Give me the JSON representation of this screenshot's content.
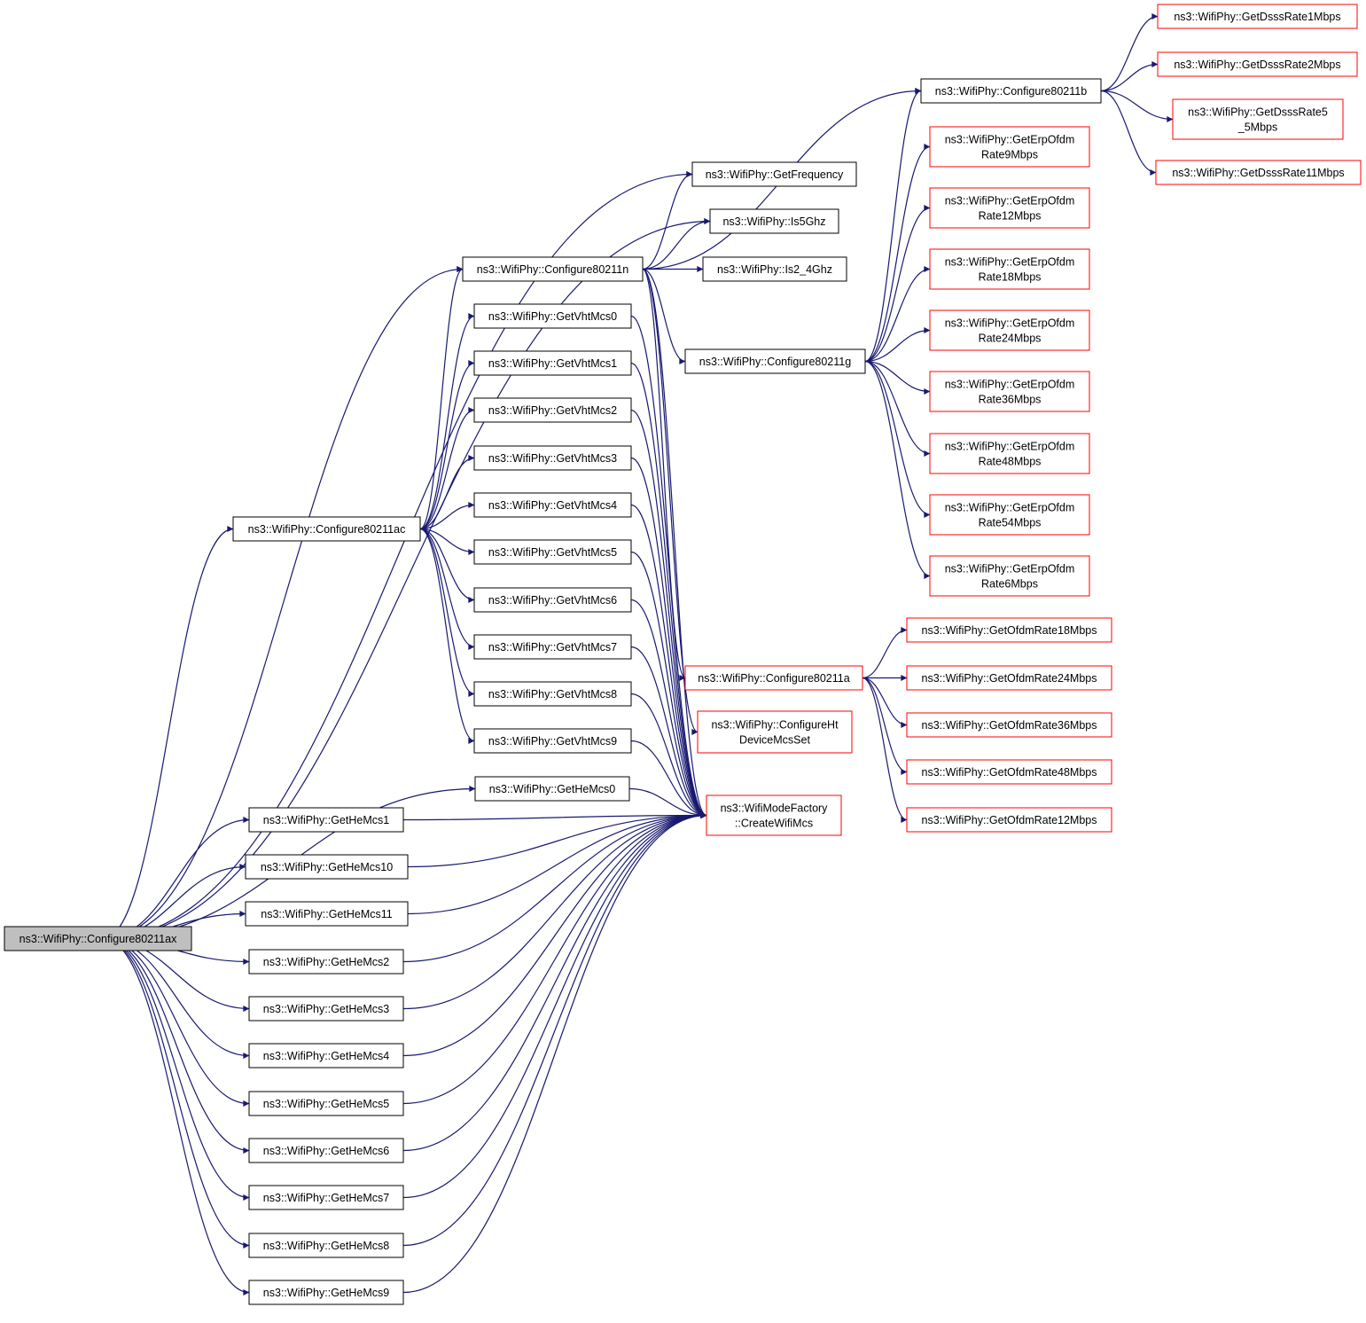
{
  "colors": {
    "edge": "#191970",
    "node_border_default": "#000000",
    "node_border_undocumented": "#ff0000",
    "root_fill": "#bfbfbf",
    "node_fill": "#ffffff"
  },
  "nodes": [
    {
      "id": "root",
      "lines": [
        "ns3::WifiPhy::Configure80211ax"
      ],
      "style": "root"
    },
    {
      "id": "getfreq",
      "lines": [
        "ns3::WifiPhy::GetFrequency"
      ],
      "style": "black"
    },
    {
      "id": "is5",
      "lines": [
        "ns3::WifiPhy::Is5Ghz"
      ],
      "style": "black"
    },
    {
      "id": "is24",
      "lines": [
        "ns3::WifiPhy::Is2_4Ghz"
      ],
      "style": "black"
    },
    {
      "id": "c11n",
      "lines": [
        "ns3::WifiPhy::Configure80211n"
      ],
      "style": "black"
    },
    {
      "id": "c11b",
      "lines": [
        "ns3::WifiPhy::Configure80211b"
      ],
      "style": "black"
    },
    {
      "id": "c11g",
      "lines": [
        "ns3::WifiPhy::Configure80211g"
      ],
      "style": "black"
    },
    {
      "id": "c11ac",
      "lines": [
        "ns3::WifiPhy::Configure80211ac"
      ],
      "style": "black"
    },
    {
      "id": "vht0",
      "lines": [
        "ns3::WifiPhy::GetVhtMcs0"
      ],
      "style": "black"
    },
    {
      "id": "vht1",
      "lines": [
        "ns3::WifiPhy::GetVhtMcs1"
      ],
      "style": "black"
    },
    {
      "id": "vht2",
      "lines": [
        "ns3::WifiPhy::GetVhtMcs2"
      ],
      "style": "black"
    },
    {
      "id": "vht3",
      "lines": [
        "ns3::WifiPhy::GetVhtMcs3"
      ],
      "style": "black"
    },
    {
      "id": "vht4",
      "lines": [
        "ns3::WifiPhy::GetVhtMcs4"
      ],
      "style": "black"
    },
    {
      "id": "vht5",
      "lines": [
        "ns3::WifiPhy::GetVhtMcs5"
      ],
      "style": "black"
    },
    {
      "id": "vht6",
      "lines": [
        "ns3::WifiPhy::GetVhtMcs6"
      ],
      "style": "black"
    },
    {
      "id": "vht7",
      "lines": [
        "ns3::WifiPhy::GetVhtMcs7"
      ],
      "style": "black"
    },
    {
      "id": "vht8",
      "lines": [
        "ns3::WifiPhy::GetVhtMcs8"
      ],
      "style": "black"
    },
    {
      "id": "vht9",
      "lines": [
        "ns3::WifiPhy::GetVhtMcs9"
      ],
      "style": "black"
    },
    {
      "id": "he0",
      "lines": [
        "ns3::WifiPhy::GetHeMcs0"
      ],
      "style": "black"
    },
    {
      "id": "he1",
      "lines": [
        "ns3::WifiPhy::GetHeMcs1"
      ],
      "style": "black"
    },
    {
      "id": "he10",
      "lines": [
        "ns3::WifiPhy::GetHeMcs10"
      ],
      "style": "black"
    },
    {
      "id": "he11",
      "lines": [
        "ns3::WifiPhy::GetHeMcs11"
      ],
      "style": "black"
    },
    {
      "id": "he2",
      "lines": [
        "ns3::WifiPhy::GetHeMcs2"
      ],
      "style": "black"
    },
    {
      "id": "he3",
      "lines": [
        "ns3::WifiPhy::GetHeMcs3"
      ],
      "style": "black"
    },
    {
      "id": "he4",
      "lines": [
        "ns3::WifiPhy::GetHeMcs4"
      ],
      "style": "black"
    },
    {
      "id": "he5",
      "lines": [
        "ns3::WifiPhy::GetHeMcs5"
      ],
      "style": "black"
    },
    {
      "id": "he6",
      "lines": [
        "ns3::WifiPhy::GetHeMcs6"
      ],
      "style": "black"
    },
    {
      "id": "he7",
      "lines": [
        "ns3::WifiPhy::GetHeMcs7"
      ],
      "style": "black"
    },
    {
      "id": "he8",
      "lines": [
        "ns3::WifiPhy::GetHeMcs8"
      ],
      "style": "black"
    },
    {
      "id": "he9",
      "lines": [
        "ns3::WifiPhy::GetHeMcs9"
      ],
      "style": "black"
    },
    {
      "id": "cwm",
      "lines": [
        "ns3::WifiModeFactory",
        "::CreateWifiMcs"
      ],
      "style": "red"
    },
    {
      "id": "c11a",
      "lines": [
        "ns3::WifiPhy::Configure80211a"
      ],
      "style": "red"
    },
    {
      "id": "cht",
      "lines": [
        "ns3::WifiPhy::ConfigureHt",
        "DeviceMcsSet"
      ],
      "style": "red"
    },
    {
      "id": "dsss1",
      "lines": [
        "ns3::WifiPhy::GetDsssRate1Mbps"
      ],
      "style": "red"
    },
    {
      "id": "dsss2",
      "lines": [
        "ns3::WifiPhy::GetDsssRate2Mbps"
      ],
      "style": "red"
    },
    {
      "id": "dsss55",
      "lines": [
        "ns3::WifiPhy::GetDsssRate5",
        "_5Mbps"
      ],
      "style": "red"
    },
    {
      "id": "dsss11",
      "lines": [
        "ns3::WifiPhy::GetDsssRate11Mbps"
      ],
      "style": "red"
    },
    {
      "id": "erp9",
      "lines": [
        "ns3::WifiPhy::GetErpOfdm",
        "Rate9Mbps"
      ],
      "style": "red"
    },
    {
      "id": "erp12",
      "lines": [
        "ns3::WifiPhy::GetErpOfdm",
        "Rate12Mbps"
      ],
      "style": "red"
    },
    {
      "id": "erp18",
      "lines": [
        "ns3::WifiPhy::GetErpOfdm",
        "Rate18Mbps"
      ],
      "style": "red"
    },
    {
      "id": "erp24",
      "lines": [
        "ns3::WifiPhy::GetErpOfdm",
        "Rate24Mbps"
      ],
      "style": "red"
    },
    {
      "id": "erp36",
      "lines": [
        "ns3::WifiPhy::GetErpOfdm",
        "Rate36Mbps"
      ],
      "style": "red"
    },
    {
      "id": "erp48",
      "lines": [
        "ns3::WifiPhy::GetErpOfdm",
        "Rate48Mbps"
      ],
      "style": "red"
    },
    {
      "id": "erp54",
      "lines": [
        "ns3::WifiPhy::GetErpOfdm",
        "Rate54Mbps"
      ],
      "style": "red"
    },
    {
      "id": "erp6",
      "lines": [
        "ns3::WifiPhy::GetErpOfdm",
        "Rate6Mbps"
      ],
      "style": "red"
    },
    {
      "id": "ofdm18",
      "lines": [
        "ns3::WifiPhy::GetOfdmRate18Mbps"
      ],
      "style": "red"
    },
    {
      "id": "ofdm24",
      "lines": [
        "ns3::WifiPhy::GetOfdmRate24Mbps"
      ],
      "style": "red"
    },
    {
      "id": "ofdm36",
      "lines": [
        "ns3::WifiPhy::GetOfdmRate36Mbps"
      ],
      "style": "red"
    },
    {
      "id": "ofdm48",
      "lines": [
        "ns3::WifiPhy::GetOfdmRate48Mbps"
      ],
      "style": "red"
    },
    {
      "id": "ofdm12",
      "lines": [
        "ns3::WifiPhy::GetOfdmRate12Mbps"
      ],
      "style": "red"
    }
  ],
  "edges": [
    [
      "root",
      "getfreq"
    ],
    [
      "root",
      "is5"
    ],
    [
      "root",
      "c11n"
    ],
    [
      "root",
      "c11ac"
    ],
    [
      "root",
      "he0"
    ],
    [
      "root",
      "he1"
    ],
    [
      "root",
      "he10"
    ],
    [
      "root",
      "he11"
    ],
    [
      "root",
      "he2"
    ],
    [
      "root",
      "he3"
    ],
    [
      "root",
      "he4"
    ],
    [
      "root",
      "he5"
    ],
    [
      "root",
      "he6"
    ],
    [
      "root",
      "he7"
    ],
    [
      "root",
      "he8"
    ],
    [
      "root",
      "he9"
    ],
    [
      "c11n",
      "getfreq"
    ],
    [
      "c11n",
      "is5"
    ],
    [
      "c11n",
      "is24"
    ],
    [
      "c11n",
      "c11b"
    ],
    [
      "c11n",
      "c11g"
    ],
    [
      "c11n",
      "c11a"
    ],
    [
      "c11n",
      "cht"
    ],
    [
      "c11n",
      "cwm"
    ],
    [
      "c11ac",
      "c11n"
    ],
    [
      "c11ac",
      "vht0"
    ],
    [
      "c11ac",
      "vht1"
    ],
    [
      "c11ac",
      "vht2"
    ],
    [
      "c11ac",
      "vht3"
    ],
    [
      "c11ac",
      "vht4"
    ],
    [
      "c11ac",
      "vht5"
    ],
    [
      "c11ac",
      "vht6"
    ],
    [
      "c11ac",
      "vht7"
    ],
    [
      "c11ac",
      "vht8"
    ],
    [
      "c11ac",
      "vht9"
    ],
    [
      "vht0",
      "cwm"
    ],
    [
      "vht1",
      "cwm"
    ],
    [
      "vht2",
      "cwm"
    ],
    [
      "vht3",
      "cwm"
    ],
    [
      "vht4",
      "cwm"
    ],
    [
      "vht5",
      "cwm"
    ],
    [
      "vht6",
      "cwm"
    ],
    [
      "vht7",
      "cwm"
    ],
    [
      "vht8",
      "cwm"
    ],
    [
      "vht9",
      "cwm"
    ],
    [
      "he0",
      "cwm"
    ],
    [
      "he1",
      "cwm"
    ],
    [
      "he10",
      "cwm"
    ],
    [
      "he11",
      "cwm"
    ],
    [
      "he2",
      "cwm"
    ],
    [
      "he3",
      "cwm"
    ],
    [
      "he4",
      "cwm"
    ],
    [
      "he5",
      "cwm"
    ],
    [
      "he6",
      "cwm"
    ],
    [
      "he7",
      "cwm"
    ],
    [
      "he8",
      "cwm"
    ],
    [
      "he9",
      "cwm"
    ],
    [
      "c11b",
      "dsss1"
    ],
    [
      "c11b",
      "dsss2"
    ],
    [
      "c11b",
      "dsss55"
    ],
    [
      "c11b",
      "dsss11"
    ],
    [
      "c11g",
      "c11b"
    ],
    [
      "c11g",
      "erp9"
    ],
    [
      "c11g",
      "erp12"
    ],
    [
      "c11g",
      "erp18"
    ],
    [
      "c11g",
      "erp24"
    ],
    [
      "c11g",
      "erp36"
    ],
    [
      "c11g",
      "erp48"
    ],
    [
      "c11g",
      "erp54"
    ],
    [
      "c11g",
      "erp6"
    ],
    [
      "c11a",
      "ofdm18"
    ],
    [
      "c11a",
      "ofdm24"
    ],
    [
      "c11a",
      "ofdm36"
    ],
    [
      "c11a",
      "ofdm48"
    ],
    [
      "c11a",
      "ofdm12"
    ]
  ]
}
